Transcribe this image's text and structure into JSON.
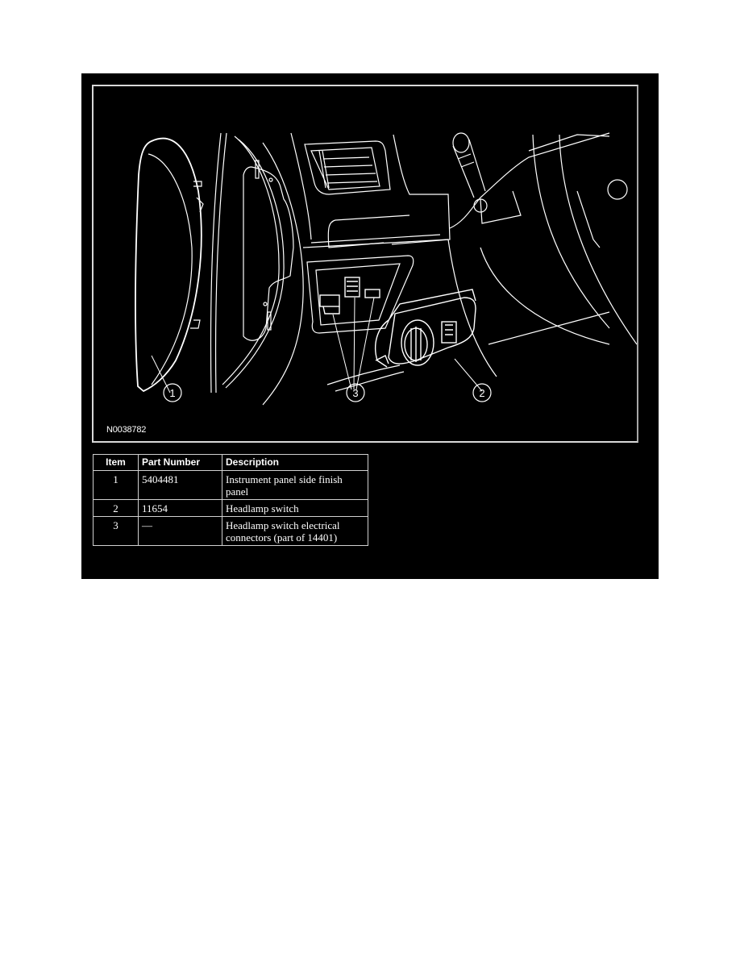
{
  "figure": {
    "id_label": "N0038782",
    "callouts": [
      {
        "number": "1",
        "target": "Instrument panel side finish panel"
      },
      {
        "number": "2",
        "target": "Headlamp switch"
      },
      {
        "number": "3",
        "target": "Headlamp switch electrical connectors"
      }
    ],
    "colors": {
      "background": "#000000",
      "lines": "#ffffff",
      "frame": "#d8d8d8"
    }
  },
  "parts_table": {
    "headers": [
      "Item",
      "Part Number",
      "Description"
    ],
    "rows": [
      {
        "item": "1",
        "part_number": "5404481",
        "description": "Instrument panel side finish panel"
      },
      {
        "item": "2",
        "part_number": "11654",
        "description": "Headlamp switch"
      },
      {
        "item": "3",
        "part_number": "—",
        "description": "Headlamp switch electrical connectors (part of 14401)"
      }
    ]
  }
}
